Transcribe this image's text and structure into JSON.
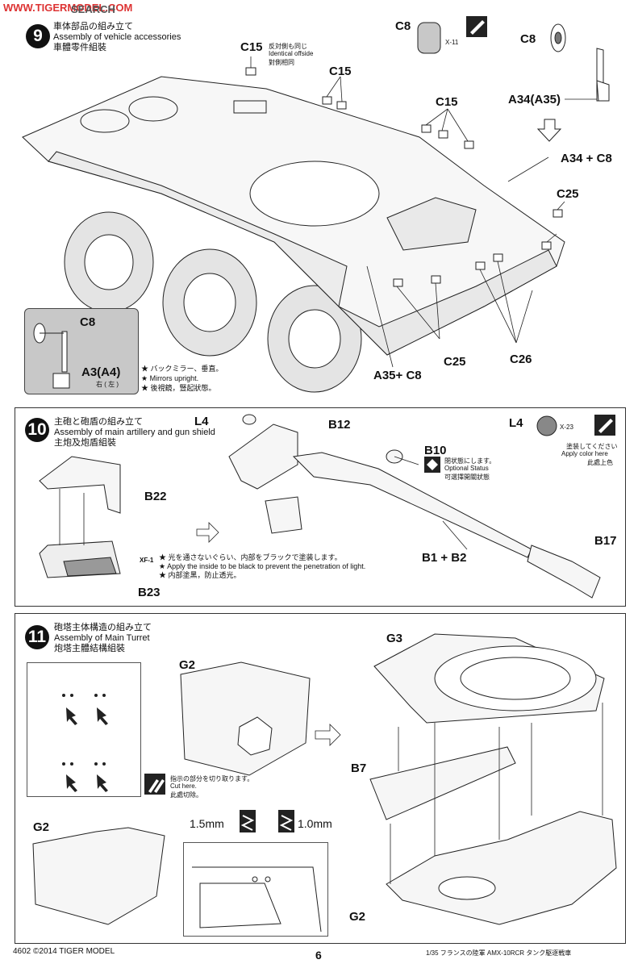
{
  "watermark": "WWW.TIGERMODEL.COM",
  "header_search": "SEARCH",
  "step9": {
    "number": "9",
    "title_ja": "車体部品の組み立て",
    "title_en": "Assembly of vehicle accessories",
    "title_zh": "車體零件組裝",
    "c15_note_ja": "反対側も同じ",
    "c15_note_en": "Identical offside",
    "c15_note_zh": "對側相同",
    "labels": {
      "c15a": "C15",
      "c15b": "C15",
      "c15c": "C15",
      "c8_top": "C8",
      "x11": "X-11",
      "c8_right": "C8",
      "a34a35": "A34(A35)",
      "a34c8": "A34 + C8",
      "c25a": "C25",
      "c25b": "C25",
      "c26": "C26",
      "a35c8": "A35+ C8"
    },
    "inset": {
      "c8": "C8",
      "a3a4": "A3(A4)",
      "side": "右 ( 左 )"
    },
    "mirror_notes": [
      "★ バックミラー、垂直。",
      "★ Mirrors upright.",
      "★ 後視鏡，豎起狀態。"
    ]
  },
  "step10": {
    "number": "10",
    "title_ja": "主砲と砲盾の組み立て",
    "title_en": "Assembly of main artillery and gun shield",
    "title_zh": "主炮及炮盾組裝",
    "labels": {
      "l4": "L4",
      "b12": "B12",
      "b10": "B10",
      "b22": "B22",
      "b1b2": "B1 + B2",
      "b17": "B17",
      "b23": "B23",
      "xf1": "XF-1"
    },
    "paint": {
      "l4": "L4",
      "x23": "X-23",
      "ja": "塗装してください",
      "en": "Apply color here",
      "zh": "此處上色"
    },
    "optional": {
      "ja": "閉状態にします。",
      "en": "Optional Status",
      "zh": "可選擇開關狀態"
    },
    "xf1_notes": [
      "★ 光を通さないぐらい、内部をブラックで塗装します。",
      "★ Apply the inside to be black to prevent the penetration of light.",
      "★ 内部塗黑，防止透光。"
    ]
  },
  "step11": {
    "number": "11",
    "title_ja": "砲塔主体構造の組み立て",
    "title_en": "Assembly of Main Turret",
    "title_zh": "炮塔主體結構組裝",
    "labels": {
      "g2a": "G2",
      "g2b": "G2",
      "g3": "G3",
      "b7": "B7",
      "g2c": "G2"
    },
    "cut": {
      "ja": "指示の部分を切り取ります。",
      "en": "Cut here.",
      "zh": "此處切除。"
    },
    "drill1": "1.5mm",
    "drill2": "1.0mm"
  },
  "footer": {
    "left": "4602  ©2014  TIGER MODEL",
    "page": "6",
    "right": "1/35 フランスの陸軍 AMX-10RCR タンク駆逐戦車"
  }
}
